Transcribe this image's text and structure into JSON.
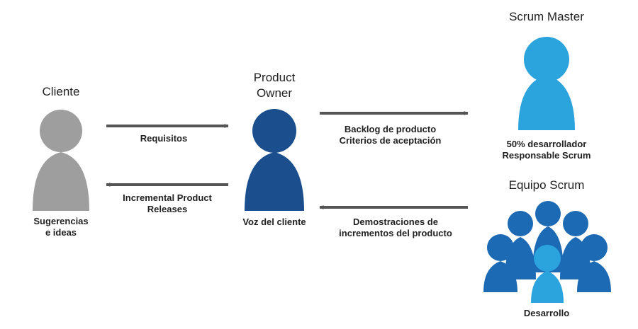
{
  "colors": {
    "cliente": "#9e9e9e",
    "product_owner": "#1a4e8c",
    "scrum_master": "#2ba3dd",
    "team_dark": "#1c6ab4",
    "team_light": "#2ba3dd",
    "arrow": "#555555"
  },
  "actors": {
    "cliente": {
      "title": "Cliente",
      "caption_1": "Sugerencias",
      "caption_2": "e ideas"
    },
    "product_owner": {
      "title_1": "Product",
      "title_2": "Owner",
      "caption": "Voz del cliente"
    },
    "scrum_master": {
      "title": "Scrum Master",
      "caption_1": "50% desarrollador",
      "caption_2": "Responsable Scrum"
    },
    "equipo": {
      "title": "Equipo Scrum",
      "caption": "Desarrollo"
    }
  },
  "arrows": {
    "requisitos": {
      "label": "Requisitos"
    },
    "releases": {
      "label_1": "Incremental Product",
      "label_2": "Releases"
    },
    "backlog": {
      "label_1": "Backlog de producto",
      "label_2": "Criterios de aceptación"
    },
    "demos": {
      "label_1": "Demostraciones de",
      "label_2": "incrementos del producto"
    }
  }
}
